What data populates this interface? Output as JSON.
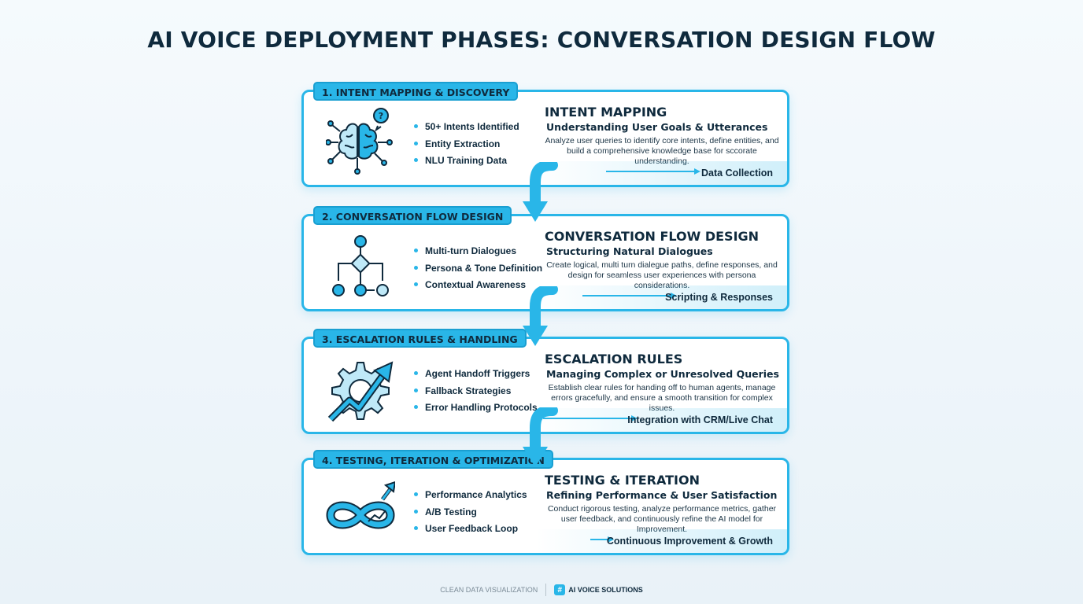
{
  "title": "AI VOICE DEPLOYMENT PHASES: CONVERSATION DESIGN FLOW",
  "colors": {
    "accent": "#29b6e8",
    "text": "#0f2a3d"
  },
  "phases": [
    {
      "tag": "1. INTENT MAPPING & DISCOVERY",
      "icon": "brain-network-icon",
      "bullets": [
        "50+ Intents Identified",
        "Entity Extraction",
        "NLU Training Data"
      ],
      "heading": "INTENT MAPPING",
      "subheading": "Understanding User Goals & Utterances",
      "description": "Analyze user queries to identify core intents, define entities, and build a comprehensive knowledge base for sccorate understanding.",
      "output": "Data Collection"
    },
    {
      "tag": "2. CONVERSATION FLOW DESIGN",
      "icon": "flowchart-icon",
      "bullets": [
        "Multi-turn Dialogues",
        "Persona & Tone Definition",
        "Contextual Awareness"
      ],
      "heading": "CONVERSATION FLOW DESIGN",
      "subheading": "Structuring Natural Dialogues",
      "description": "Create logical, multi turn dialegue paths, define responses, and design for seamless user experiences with persona considerations.",
      "output": "Scripting & Responses"
    },
    {
      "tag": "3. ESCALATION RULES & HANDLING",
      "icon": "gear-arrow-icon",
      "bullets": [
        "Agent Handoff Triggers",
        "Fallback Strategies",
        "Error Handling Protocols"
      ],
      "heading": "ESCALATION RULES",
      "subheading": "Managing Complex or Unresolved Queries",
      "description": "Establish clear rules for handing off to human agents, manage errors gracefully, and ensure a smooth transition for complex issues.",
      "output": "Integration with CRM/Live Chat"
    },
    {
      "tag": "4. TESTING, ITERATION & OPTIMIZATION",
      "icon": "infinity-loop-icon",
      "bullets": [
        "Performance Analytics",
        "A/B Testing",
        "User Feedback Loop"
      ],
      "heading": "TESTING & ITERATION",
      "subheading": "Refining Performance & User Satisfaction",
      "description": "Conduct rigorous testing, analyze performance metrics, gather user feedback, and continuously refine the AI model for Improvement.",
      "output": "Continuous Improvement & Growth"
    }
  ],
  "footer": {
    "left": "CLEAN DATA VISUALIZATION",
    "badge": "#",
    "brand": "AI VOICE SOLUTIONS"
  }
}
